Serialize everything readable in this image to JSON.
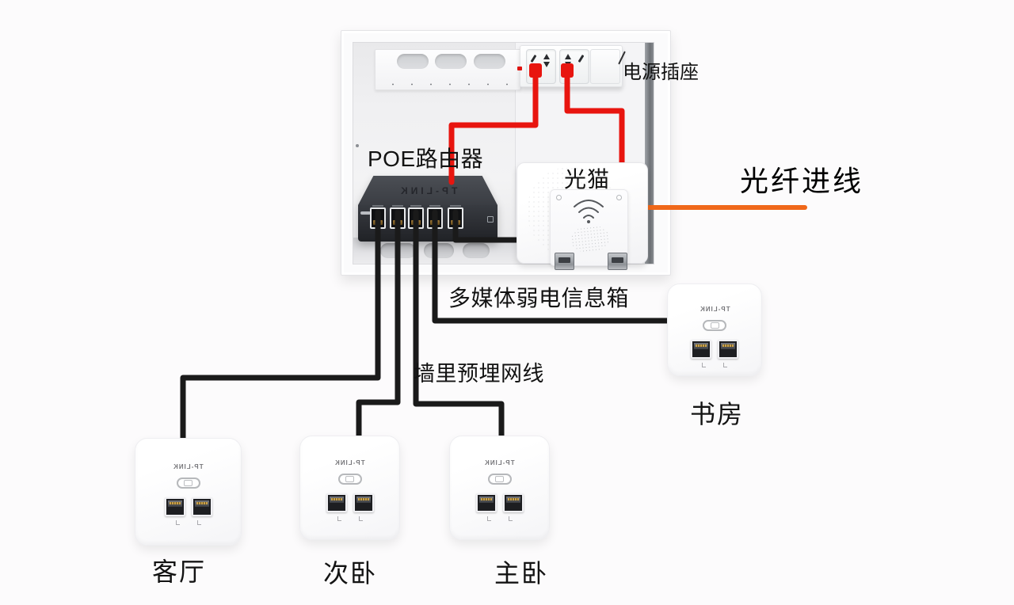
{
  "diagram": {
    "type": "home-network-wiring",
    "brand": "TP-LINK",
    "labels": {
      "power_socket": "电源插座",
      "poe_router": "POE路由器",
      "modem": "光猫",
      "fiber_in": "光纤进线",
      "enclosure": "多媒体弱电信息箱",
      "wall_cabling": "墙里预埋网线"
    },
    "rooms": [
      {
        "id": "study",
        "name": "书房"
      },
      {
        "id": "living-room",
        "name": "客厅"
      },
      {
        "id": "second-bedroom",
        "name": "次卧"
      },
      {
        "id": "master-bedroom",
        "name": "主卧"
      }
    ],
    "router_port_count": 5,
    "panel_port_count": 2,
    "colors": {
      "power_cable": "#e8150f",
      "network_cable": "#1a1a1a",
      "fiber_line": "#f0681a"
    }
  }
}
